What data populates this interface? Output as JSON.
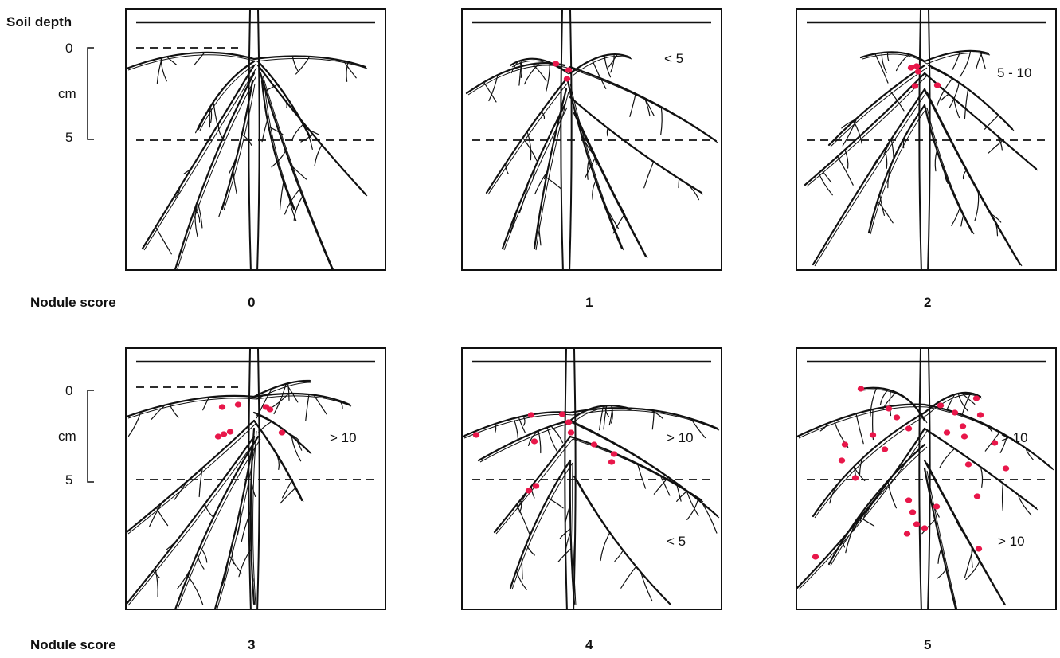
{
  "axis": {
    "title": "Soil depth",
    "tick_top": "0",
    "unit": "cm",
    "tick_bottom": "5"
  },
  "row_label": "Nodule score",
  "nodule_color": "#e8174a",
  "panels": [
    {
      "score": "0",
      "counts": []
    },
    {
      "score": "1",
      "counts": [
        "< 5"
      ]
    },
    {
      "score": "2",
      "counts": [
        "5 - 10"
      ]
    },
    {
      "score": "3",
      "counts": [
        "> 10"
      ]
    },
    {
      "score": "4",
      "counts": [
        "> 10",
        "< 5"
      ]
    },
    {
      "score": "5",
      "counts": [
        "> 10",
        "> 10"
      ]
    }
  ]
}
